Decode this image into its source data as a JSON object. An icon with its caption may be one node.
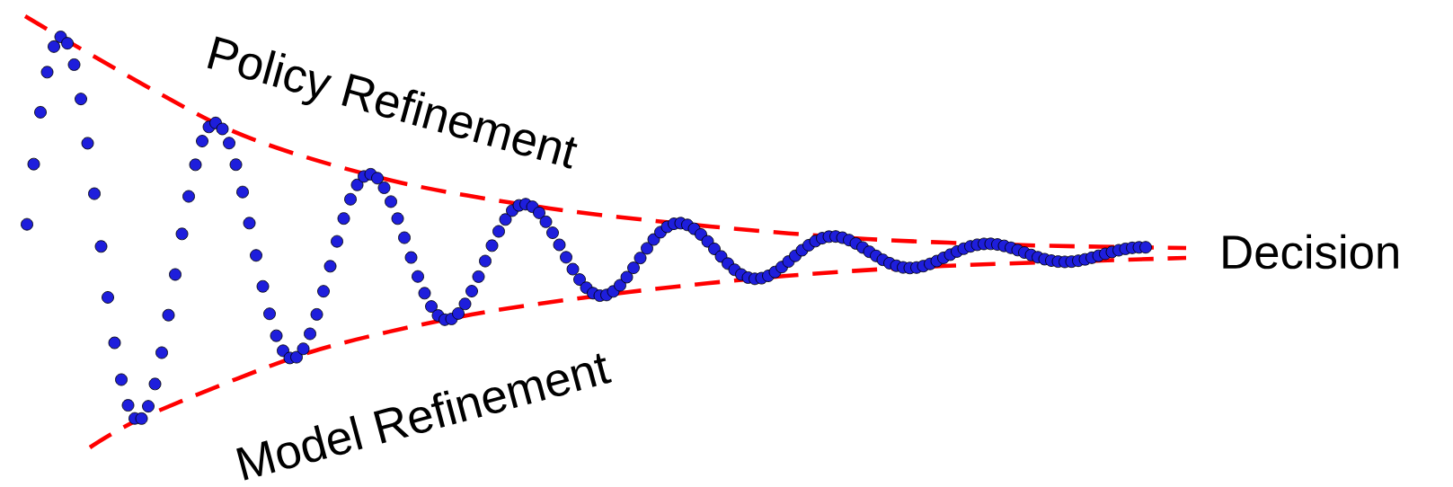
{
  "diagram": {
    "labels": [
      "Policy Refinement",
      "Model Refinement",
      "Decision"
    ]
  }
}
